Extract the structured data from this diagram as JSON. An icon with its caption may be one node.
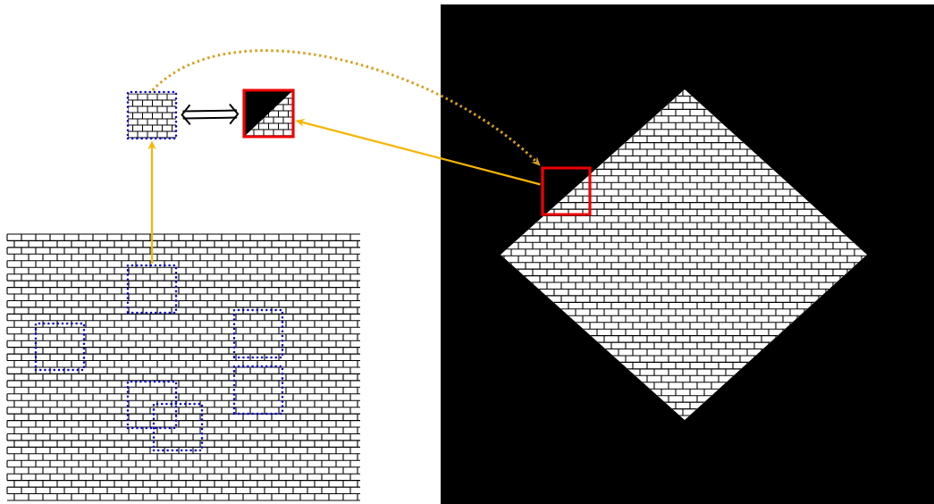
{
  "diagram": {
    "nodes": [
      {
        "text": [],
        "shape": "picture"
      },
      {
        "text": [],
        "shape": "box",
        "in": 0
      },
      {
        "text": [],
        "shape": "box",
        "in": 0
      },
      {
        "text": [],
        "shape": "box",
        "in": 0
      },
      {
        "text": [],
        "shape": "box",
        "in": 0
      },
      {
        "text": [],
        "shape": "box",
        "in": 0
      },
      {
        "text": [],
        "shape": "box",
        "in": 0
      },
      {
        "text": [],
        "shape": "box"
      },
      {
        "text": [],
        "shape": "box"
      },
      {
        "text": [],
        "shape": "picture"
      },
      {
        "text": [],
        "shape": "box",
        "in": 9
      }
    ],
    "edges": [
      {
        "from": 1,
        "to": 7,
        "arrow": "to",
        "color": "#f7b500"
      },
      {
        "from": 10,
        "to": 8,
        "arrow": "to",
        "color": "#f7b500"
      },
      {
        "from": 7,
        "to": 10,
        "arrow": "to",
        "style": "dashed",
        "color": "#d99e1a"
      },
      {
        "from": 7,
        "to": 8,
        "arrow": "both",
        "style": "thick",
        "color": "#000000"
      }
    ]
  }
}
